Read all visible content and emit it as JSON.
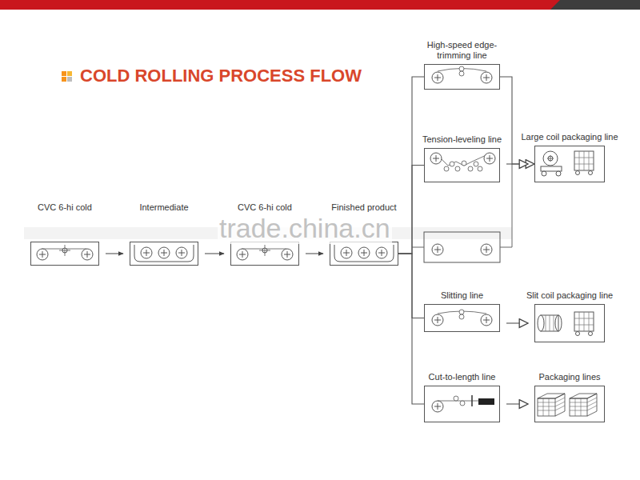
{
  "diagram": {
    "title": "COLD ROLLING PROCESS FLOW",
    "nodes": [
      {
        "text": [
          "CVC 6-hi cold"
        ]
      },
      {
        "text": [
          "Intermediate"
        ]
      },
      {
        "text": [
          "CVC 6-hi cold"
        ]
      },
      {
        "text": [
          "Finished product"
        ]
      },
      {
        "text": [
          "High-speed edge-trimming line"
        ]
      },
      {
        "text": [
          "Tension-leveling line"
        ]
      },
      {
        "text": [
          "Large coil packaging line"
        ]
      },
      {
        "text": [
          "Slitting line"
        ]
      },
      {
        "text": [
          "Slit coil packaging line"
        ]
      },
      {
        "text": [
          "Cut-to-length line"
        ]
      },
      {
        "text": [
          "Packaging lines"
        ]
      }
    ],
    "edges": [
      {
        "from": 0,
        "to": 1,
        "arrow": "to"
      },
      {
        "from": 1,
        "to": 2,
        "arrow": "to"
      },
      {
        "from": 2,
        "to": 3,
        "arrow": "to"
      },
      {
        "from": 3,
        "to": 4,
        "arrow": "none"
      },
      {
        "from": 3,
        "to": 5,
        "arrow": "none"
      },
      {
        "from": 3,
        "to": 7,
        "arrow": "none"
      },
      {
        "from": 3,
        "to": 9,
        "arrow": "none"
      },
      {
        "from": 4,
        "to": 6,
        "arrow": "to"
      },
      {
        "from": 5,
        "to": 6,
        "arrow": "to"
      },
      {
        "from": 7,
        "to": 8,
        "arrow": "to"
      },
      {
        "from": 9,
        "to": 10,
        "arrow": "to"
      }
    ],
    "labels": [
      "trade.china.cn"
    ]
  }
}
